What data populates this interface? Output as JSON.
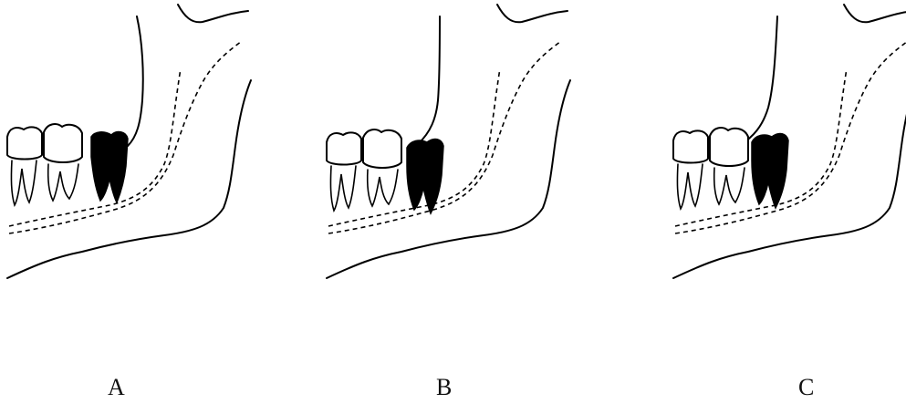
{
  "figure": {
    "panels": [
      {
        "id": "a",
        "label": "A",
        "highlight_color": "#000000"
      },
      {
        "id": "b",
        "label": "B",
        "highlight_color": "#000000"
      },
      {
        "id": "c",
        "label": "C",
        "highlight_color": "#000000"
      }
    ]
  }
}
